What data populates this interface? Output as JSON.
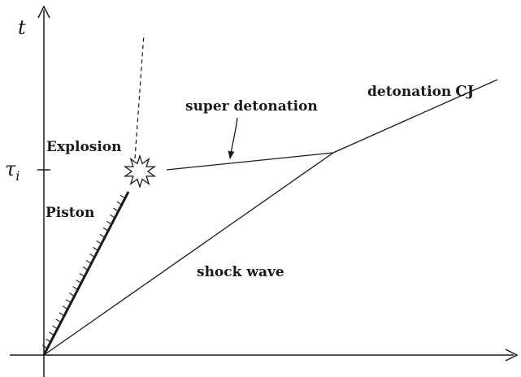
{
  "axes": {
    "t_label": "t",
    "tau_label": "τ",
    "tau_subscript": "i"
  },
  "labels": {
    "explosion": "Explosion",
    "piston": "Piston",
    "super_detonation": "super detonation",
    "detonation": "detonation",
    "cj": "CJ",
    "shock_wave": "shock wave"
  },
  "colors": {
    "ink": "#1a1a1a",
    "background": "#ffffff"
  },
  "icons": {
    "explosion_marker": "starburst-icon"
  }
}
